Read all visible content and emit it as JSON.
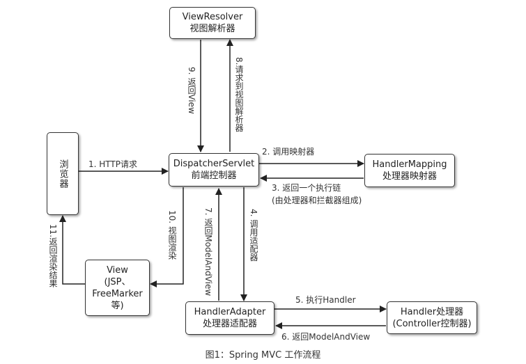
{
  "nodes": {
    "view_resolver": {
      "line1": "ViewResolver",
      "line2": "视图解析器"
    },
    "browser": {
      "label": "浏览器"
    },
    "dispatcher": {
      "line1": "DispatcherServlet",
      "line2": "前端控制器"
    },
    "handler_mapping": {
      "line1": "HandlerMapping",
      "line2": "处理器映射器"
    },
    "view": {
      "line1": "View",
      "line2": "(JSP、",
      "line3": "FreeMarker",
      "line4": "等)"
    },
    "handler_adapter": {
      "line1": "HandlerAdapter",
      "line2": "处理器适配器"
    },
    "handler": {
      "line1": "Handler处理器",
      "line2": "(Controller控制器)"
    }
  },
  "edges": {
    "e1": "1. HTTP请求",
    "e2": "2.  调用映射器",
    "e3_line1": "3. 返回一个执行链",
    "e3_line2": "(由处理器和拦截器组成)",
    "e4": "4. 调用适配器",
    "e5": "5. 执行Handler",
    "e6": "6. 返回ModelAndView",
    "e7": "7. 返回ModelAndView",
    "e8": "8.请求到视图解析器",
    "e9": "9. 返回View",
    "e10": "10. 视图渲染",
    "e11": "11.返回渲染结果"
  },
  "caption": "图1：Spring MVC 工作流程"
}
